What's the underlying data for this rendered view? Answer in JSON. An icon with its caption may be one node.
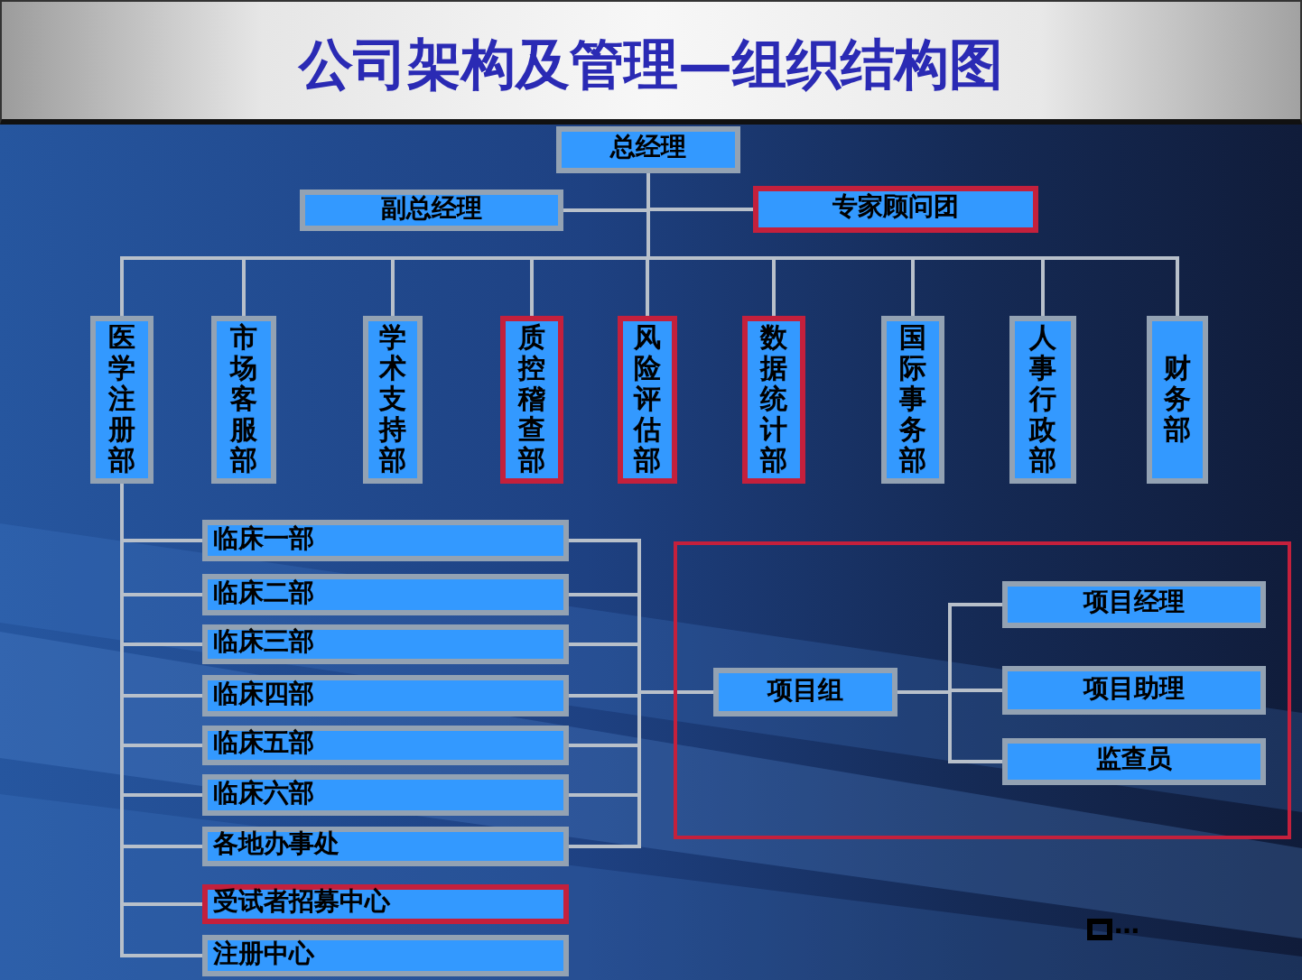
{
  "diagram": {
    "title": "公司架构及管理—组织结构图",
    "nodes": [
      {
        "text": [
          "总经理"
        ]
      },
      {
        "text": [
          "副总经理"
        ]
      },
      {
        "text": [
          "专家顾问团"
        ]
      },
      {
        "text": [
          "医学注册部"
        ]
      },
      {
        "text": [
          "市场客服部"
        ]
      },
      {
        "text": [
          "学术支持部"
        ]
      },
      {
        "text": [
          "质控稽查部"
        ]
      },
      {
        "text": [
          "风险评估部"
        ]
      },
      {
        "text": [
          "数据统计部"
        ]
      },
      {
        "text": [
          "国际事务部"
        ]
      },
      {
        "text": [
          "人事行政部"
        ]
      },
      {
        "text": [
          "财务部"
        ]
      },
      {
        "text": [
          "临床一部"
        ]
      },
      {
        "text": [
          "临床二部"
        ]
      },
      {
        "text": [
          "临床三部"
        ]
      },
      {
        "text": [
          "临床四部"
        ]
      },
      {
        "text": [
          "临床五部"
        ]
      },
      {
        "text": [
          "临床六部"
        ]
      },
      {
        "text": [
          "各地办事处"
        ]
      },
      {
        "text": [
          "受试者招募中心"
        ]
      },
      {
        "text": [
          "注册中心"
        ]
      },
      {
        "text": [],
        "shape": "box"
      },
      {
        "text": [
          "项目组"
        ],
        "in": 21
      },
      {
        "text": [
          "项目经理"
        ],
        "in": 21
      },
      {
        "text": [
          "项目助理"
        ],
        "in": 21
      },
      {
        "text": [
          "监查员"
        ],
        "in": 21
      }
    ],
    "edges": [
      {
        "from": 0,
        "to": 1,
        "arrow": "none"
      },
      {
        "from": 0,
        "to": 2,
        "arrow": "none"
      },
      {
        "from": 0,
        "to": 3,
        "arrow": "none"
      },
      {
        "from": 0,
        "to": 4,
        "arrow": "none"
      },
      {
        "from": 0,
        "to": 5,
        "arrow": "none"
      },
      {
        "from": 0,
        "to": 6,
        "arrow": "none"
      },
      {
        "from": 0,
        "to": 7,
        "arrow": "none"
      },
      {
        "from": 0,
        "to": 8,
        "arrow": "none"
      },
      {
        "from": 0,
        "to": 9,
        "arrow": "none"
      },
      {
        "from": 0,
        "to": 10,
        "arrow": "none"
      },
      {
        "from": 0,
        "to": 11,
        "arrow": "none"
      },
      {
        "from": 3,
        "to": 12,
        "arrow": "none"
      },
      {
        "from": 3,
        "to": 13,
        "arrow": "none"
      },
      {
        "from": 3,
        "to": 14,
        "arrow": "none"
      },
      {
        "from": 3,
        "to": 15,
        "arrow": "none"
      },
      {
        "from": 3,
        "to": 16,
        "arrow": "none"
      },
      {
        "from": 3,
        "to": 17,
        "arrow": "none"
      },
      {
        "from": 3,
        "to": 18,
        "arrow": "none"
      },
      {
        "from": 3,
        "to": 19,
        "arrow": "none"
      },
      {
        "from": 3,
        "to": 20,
        "arrow": "none"
      },
      {
        "from": 12,
        "to": 22,
        "arrow": "none"
      },
      {
        "from": 13,
        "to": 22,
        "arrow": "none"
      },
      {
        "from": 14,
        "to": 22,
        "arrow": "none"
      },
      {
        "from": 15,
        "to": 22,
        "arrow": "none"
      },
      {
        "from": 16,
        "to": 22,
        "arrow": "none"
      },
      {
        "from": 17,
        "to": 22,
        "arrow": "none"
      },
      {
        "from": 18,
        "to": 22,
        "arrow": "none"
      },
      {
        "from": 22,
        "to": 23,
        "arrow": "none"
      },
      {
        "from": 22,
        "to": 24,
        "arrow": "none"
      },
      {
        "from": 22,
        "to": 25,
        "arrow": "none"
      }
    ],
    "labels": [
      "…"
    ]
  }
}
